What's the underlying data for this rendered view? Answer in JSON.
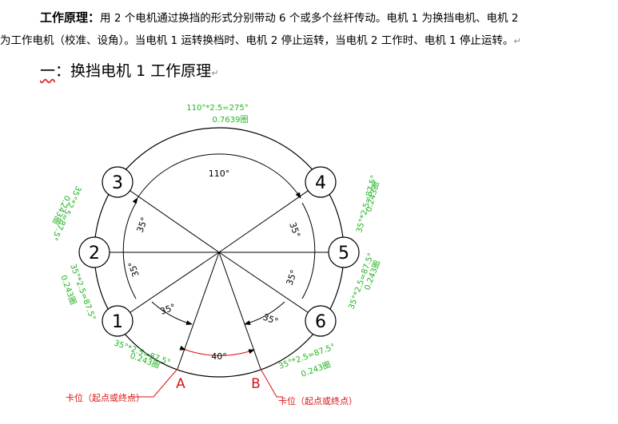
{
  "intro": {
    "lead": "工作原理",
    "colon": "：",
    "text_a": "用 2 个电机通过换挡的形式分别带动 6 个或多个丝杆传动。电机 1 为换挡电机、电机 2",
    "text_b": "为工作电机（校准、设角）。当电机 1 运转换档时、电机 2 停止运转，当电机 2 工作时、电机 1 停止运转。",
    "mark": "↵"
  },
  "heading": {
    "num": "一",
    "text": "：换挡电机 1 工作原理",
    "mark": "↵"
  },
  "diagram": {
    "top_formula": "110°*2.5=275°",
    "top_turns": "0.7639圈",
    "angle_top": "110°",
    "angle_side": "35°",
    "angle_bottom": "40°",
    "side_formula": "35°*2.5=87.5°",
    "side_turns": "0.243圈",
    "positions": [
      "1",
      "2",
      "3",
      "4",
      "5",
      "6"
    ],
    "point_a": "A",
    "point_b": "B",
    "detent_label": "卡位（起点或终点）",
    "colors": {
      "formula": "#22b322",
      "detent": "#dd1111",
      "lines": "#000000"
    }
  }
}
